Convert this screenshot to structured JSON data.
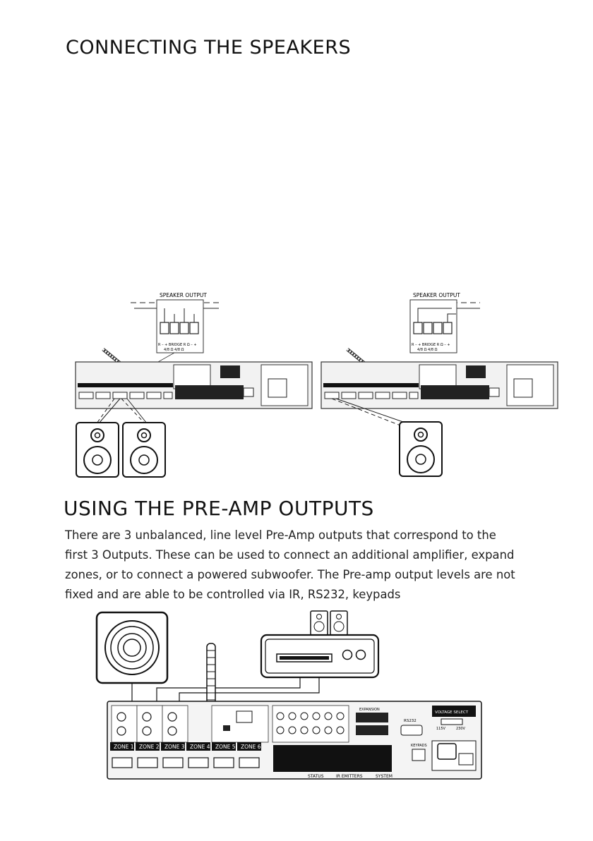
{
  "section1": {
    "title": "CONNECTING THE SPEAKERS",
    "figure": {
      "terminal_label": "SPEAKER OUTPUT",
      "terminal_marks": "R  –  +  BRIDGE R Ω  –  +",
      "terminal_ohms": "4/8 Ω   4/8 Ω",
      "configs": [
        "stereo-pair",
        "bridged-mono"
      ]
    }
  },
  "section2": {
    "title": "USING THE PRE-AMP OUTPUTS",
    "paragraph_lines": [
      "There are 3 unbalanced, line level Pre-Amp outputs that correspond to the",
      "first 3 Outputs. These can be used to connect an additional amplifier, expand",
      "zones, or to connect a powered subwoofer. The Pre-amp output levels are not",
      "fixed and are able to be controlled via IR, RS232, keypads"
    ],
    "panel": {
      "zones": [
        "ZONE 1",
        "ZONE 2",
        "ZONE 3",
        "ZONE 4",
        "ZONE 5",
        "ZONE 6"
      ],
      "status_label": "STATUS",
      "ir_label": "IR EMITTERS",
      "system_label": "SYSTEM",
      "rs232_label": "RS232",
      "voltage_label": "VOLTAGE SELECT",
      "voltage_options": [
        "115V",
        "230V"
      ],
      "keypads_label": "KEYPADS",
      "expansion_label": "EXPANSION"
    }
  }
}
